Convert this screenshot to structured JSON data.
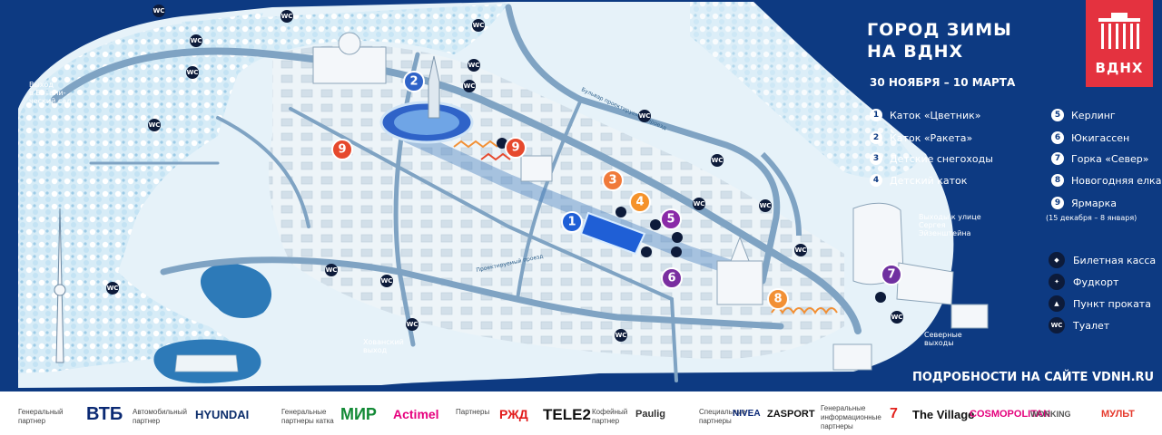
{
  "event": {
    "title_line1": "ГОРОД ЗИМЫ",
    "title_line2": "НА ВДНХ",
    "dates": "30 НОЯБРЯ – 10 МАРТА",
    "logo_text": "ВДНХ",
    "website": "ПОДРОБНОСТИ НА САЙТЕ VDNH.RU"
  },
  "legend": {
    "numbered": [
      {
        "num": "1",
        "label": "Каток «Цветник»"
      },
      {
        "num": "2",
        "label": "Каток «Ракета»"
      },
      {
        "num": "3",
        "label": "Детские снегоходы"
      },
      {
        "num": "4",
        "label": "Детский каток"
      },
      {
        "num": "5",
        "label": "Керлинг"
      },
      {
        "num": "6",
        "label": "Юкигассен"
      },
      {
        "num": "7",
        "label": "Горка «Север»"
      },
      {
        "num": "8",
        "label": "Новогодняя елка"
      },
      {
        "num": "9",
        "label": "Ярмарка"
      }
    ],
    "fair_dates": "(15 декабря – 8 января)",
    "icons": [
      {
        "icon": "ticket-icon",
        "label": "Билетная касса"
      },
      {
        "icon": "food-court-icon",
        "label": "Фудкорт"
      },
      {
        "icon": "skate-rental-icon",
        "label": "Пункт проката"
      },
      {
        "icon": "toilet-icon",
        "label": "Туалет",
        "glyph": "WC"
      }
    ]
  },
  "map": {
    "wc_label": "WC",
    "labels": {
      "botanic_exit": "Выход\nв Ботани-\nческий сад",
      "eisenstein_exit": "Выходы к улице\nСергея\nЭйзенштейна",
      "north_exits": "Северные\nвыходы",
      "khovansky_exit": "Хованский\nвыход",
      "street_1": "Бульвар проектируемый проезд",
      "street_2": "Проектируемый проезд"
    },
    "markers": [
      {
        "num": "1",
        "color": "#1f5fd6"
      },
      {
        "num": "2",
        "color": "#2f63c8"
      },
      {
        "num": "3",
        "color": "#f07a3a"
      },
      {
        "num": "4",
        "color": "#f5922a"
      },
      {
        "num": "5",
        "color": "#8a2aa8"
      },
      {
        "num": "6",
        "color": "#7a2ea0"
      },
      {
        "num": "7",
        "color": "#7030a0"
      },
      {
        "num": "8",
        "color": "#f29035"
      },
      {
        "num": "9",
        "color": "#e6492d"
      },
      {
        "num": "9",
        "color": "#e6492d"
      }
    ]
  },
  "partners": [
    {
      "role": "Генеральный\nпартнер",
      "logo": "ВТБ",
      "color": "#0a2973"
    },
    {
      "role": "Автомобильный\nпартнер",
      "logo": "HYUNDAI",
      "color": "#0b2d6b"
    },
    {
      "role": "Генеральные\nпартнеры катка",
      "logo": "МИР",
      "color": "#138a36"
    },
    {
      "role": "",
      "logo": "Actimel",
      "color": "#e6007e"
    },
    {
      "role": "Партнеры",
      "logo": "РЖД",
      "color": "#e21a1a"
    },
    {
      "role": "",
      "logo": "TELE2",
      "color": "#111111"
    },
    {
      "role": "Кофейный\nпартнер",
      "logo": "Paulig",
      "color": "#333333"
    },
    {
      "role": "Специальные\nпартнеры",
      "logo": "NIVEA",
      "color": "#0c2a78"
    },
    {
      "role": "",
      "logo": "ZASPORT",
      "color": "#111111"
    },
    {
      "role": "Генеральные\nинформационные\nпартнеры",
      "logo": "7",
      "color": "#e2211c"
    },
    {
      "role": "",
      "logo": "The Village",
      "color": "#111111"
    },
    {
      "role": "",
      "logo": "COSMOPOLITAN",
      "color": "#e4007c"
    },
    {
      "role": "",
      "logo": "WORKING",
      "color": "#555555"
    },
    {
      "role": "",
      "logo": "МУЛЬТ",
      "color": "#e63b2e"
    }
  ],
  "colors": {
    "background": "#0d3a82",
    "snow": "#e6f2f9",
    "roads": "#7fa3c3",
    "accent_red": "#e4323f"
  }
}
